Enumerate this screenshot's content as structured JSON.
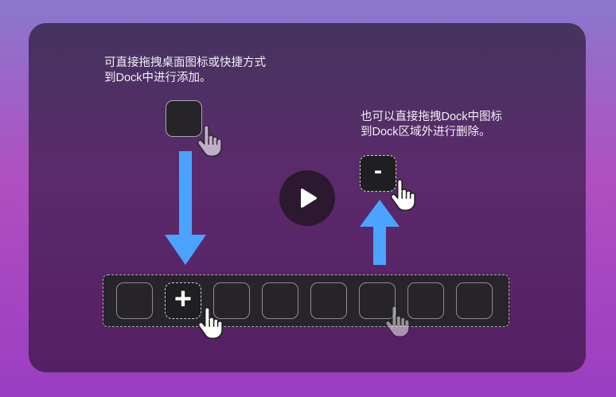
{
  "instructions": {
    "add_line1": "可直接拖拽桌面图标或快捷方式",
    "add_line2": "到Dock中进行添加。",
    "remove_line1": "也可以直接拖拽Dock中图标",
    "remove_line2": "到Dock区域外进行删除。"
  },
  "icons": {
    "plus_glyph": "+",
    "minus_glyph": "-",
    "play": "play-icon",
    "hand_cursor": "hand-pointer-icon",
    "arrow_down": "arrow-down-icon",
    "arrow_up": "arrow-up-icon"
  },
  "dock": {
    "slot_count": 8,
    "add_slot_index": 2,
    "removed_slot_index": 6
  },
  "colors": {
    "arrow_blue": "#4aa3ff",
    "tile_dark": "#262428",
    "text": "#f2eef6"
  }
}
